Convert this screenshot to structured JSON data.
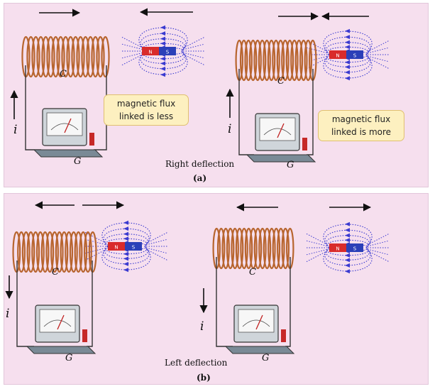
{
  "panel_a": {
    "left": {
      "coil_label": "C",
      "galvanometer_label": "G",
      "current_label": "i",
      "callout": [
        "magnetic flux",
        "linked is less"
      ]
    },
    "right": {
      "coil_label": "C",
      "galvanometer_label": "G",
      "current_label": "i",
      "callout": [
        "magnetic flux",
        "linked is more"
      ]
    },
    "caption": "Right deflection",
    "sublabel": "(a)"
  },
  "panel_b": {
    "left": {
      "coil_label": "C",
      "galvanometer_label": "G",
      "current_label": "i"
    },
    "right": {
      "coil_label": "C",
      "galvanometer_label": "G",
      "current_label": "i"
    },
    "caption": "Left deflection",
    "sublabel": "(b)"
  },
  "magnet": {
    "north": "N",
    "south": "S"
  },
  "colors": {
    "panel_bg": "#f6dfee",
    "coil": "#b8652f",
    "field_line": "#3a3ad0",
    "magnet_north": "#d92b2b",
    "magnet_south": "#2b3fb8",
    "callout_bg": "#fdf0c0"
  }
}
